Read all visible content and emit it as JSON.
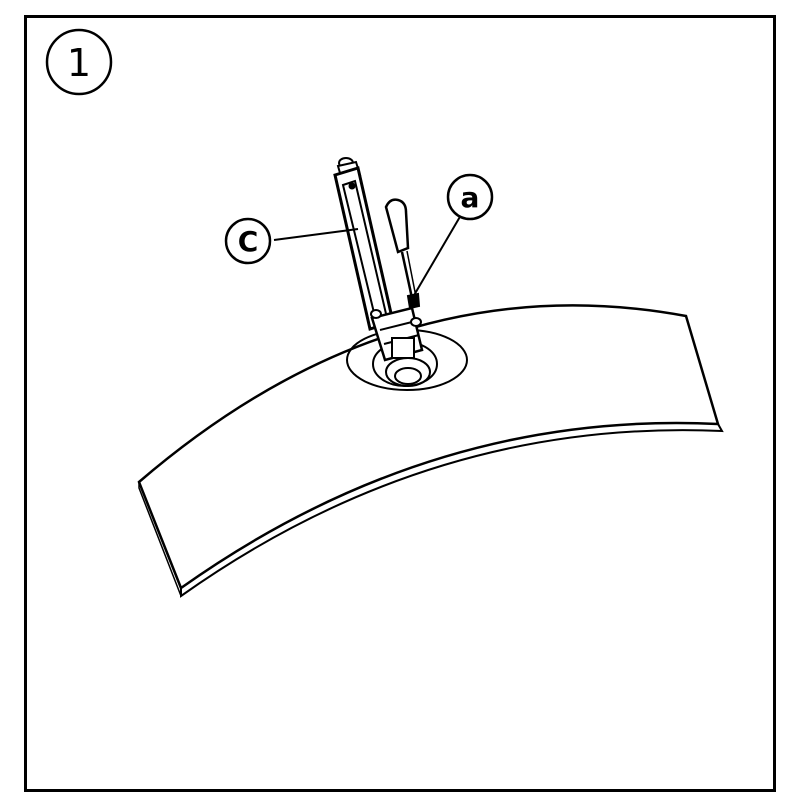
{
  "step": {
    "number": "1"
  },
  "callouts": [
    {
      "id": "c",
      "letter": "C"
    },
    {
      "id": "a",
      "letter": "a"
    }
  ],
  "colors": {
    "stroke": "#000000",
    "fill": "#ffffff"
  }
}
